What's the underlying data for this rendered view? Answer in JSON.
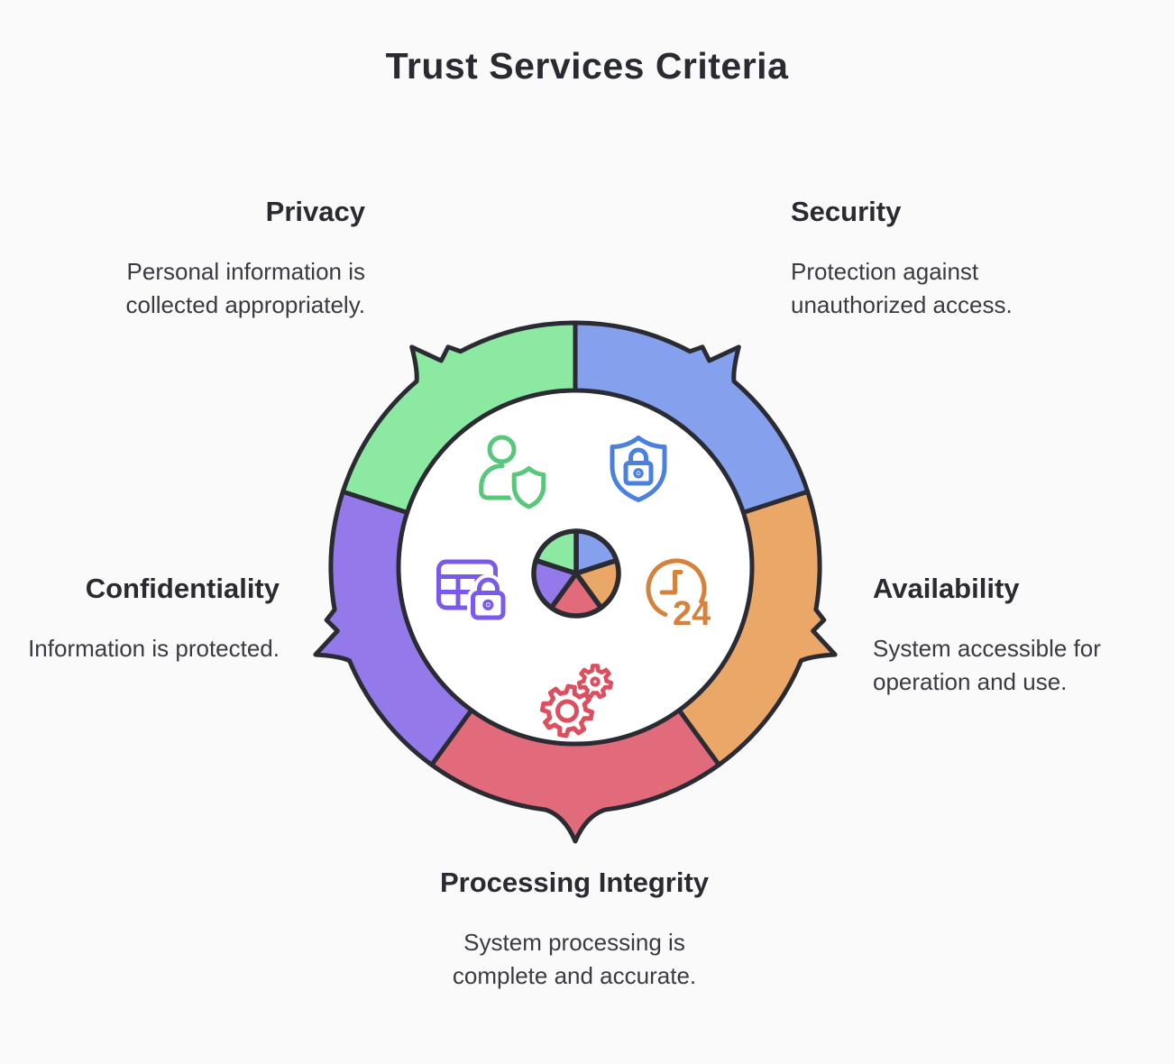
{
  "title": "Trust Services Criteria",
  "palette": {
    "outline": "#2b2b33",
    "background": "#fafafa",
    "inner_circle": "#ffffff",
    "heading_text": "#2a2a32",
    "body_text": "#3a3a42"
  },
  "criteria": [
    {
      "label": "Security",
      "desc": "Protection against unauthorized access.",
      "color": "#85a0ec",
      "icon": "shield-lock-icon",
      "icon_color": "#4a80e0",
      "start_angle": 0,
      "end_angle": 72,
      "label_position": "top-right"
    },
    {
      "label": "Availability",
      "desc": "System accessible for operation and use.",
      "color": "#eaa767",
      "icon": "clock-24-icon",
      "icon_color": "#d6813c",
      "start_angle": 72,
      "end_angle": 144,
      "label_position": "right"
    },
    {
      "label": "Processing Integrity",
      "desc": "System processing is complete and accurate.",
      "color": "#e16b7b",
      "icon": "gears-icon",
      "icon_color": "#dd4f5f",
      "start_angle": 144,
      "end_angle": 216,
      "label_position": "bottom"
    },
    {
      "label": "Confidentiality",
      "desc": "Information is protected.",
      "color": "#9379ea",
      "icon": "table-lock-icon",
      "icon_color": "#7a59ef",
      "start_angle": 216,
      "end_angle": 288,
      "label_position": "left"
    },
    {
      "label": "Privacy",
      "desc": "Personal information is collected appropriately.",
      "color": "#8be9a2",
      "icon": "person-shield-icon",
      "icon_color": "#57c77c",
      "start_angle": 288,
      "end_angle": 360,
      "label_position": "top-left"
    }
  ],
  "chart_data": {
    "type": "pie",
    "title": "Trust Services Criteria",
    "categories": [
      "Security",
      "Availability",
      "Processing Integrity",
      "Confidentiality",
      "Privacy"
    ],
    "values": [
      20,
      20,
      20,
      20,
      20
    ],
    "colors": [
      "#85a0ec",
      "#eaa767",
      "#e16b7b",
      "#9379ea",
      "#8be9a2"
    ],
    "legend_position": "labels-around-ring",
    "notes": "Five equal arrow-ring segments; small center pie repeats the same five segments"
  }
}
